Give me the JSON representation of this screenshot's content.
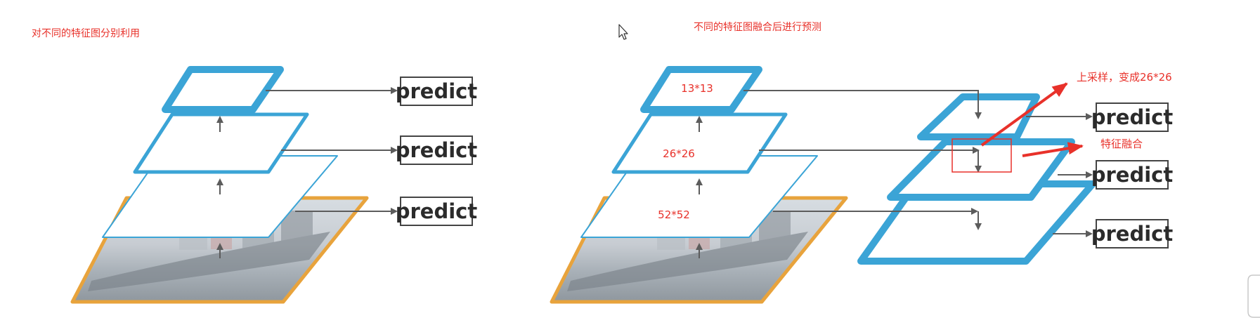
{
  "left_title": "对不同的特征图分别利用",
  "right_title": "不同的特征图融合后进行预测",
  "predict_label": "predict",
  "size_labels": [
    "13*13",
    "26*26",
    "52*52"
  ],
  "annotations": {
    "upsample": "上采样，变成26*26",
    "fusion": "特征融合"
  },
  "colors": {
    "layer_blue": "#3ba4d6",
    "image_frame": "#e8a33c",
    "arrow_gray": "#5c5c5c",
    "annotation_red": "#e8312a"
  },
  "icons": {
    "cursor": "mouse-cursor-icon"
  }
}
